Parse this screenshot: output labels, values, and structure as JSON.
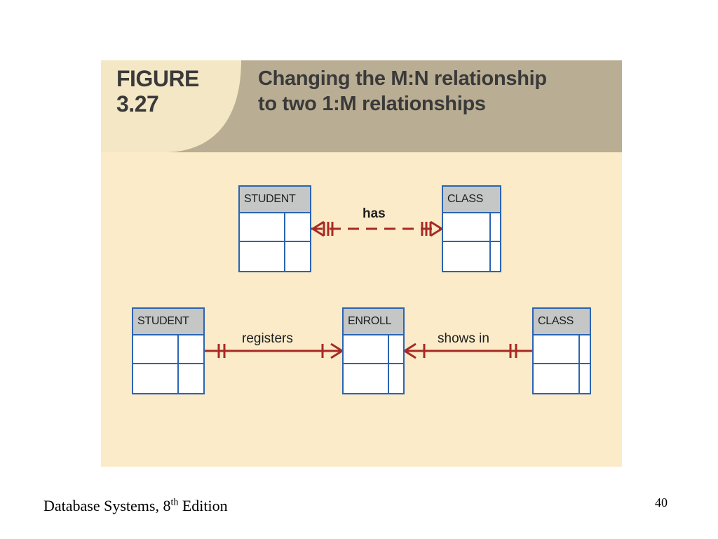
{
  "figure": {
    "label_line1": "FIGURE",
    "label_line2": "3.27",
    "title_line1": "Changing the M:N relationship",
    "title_line2": "to two 1:M relationships"
  },
  "diagram_top": {
    "left_entity": "STUDENT",
    "right_entity": "CLASS",
    "relationship": "has"
  },
  "diagram_bottom": {
    "left_entity": "STUDENT",
    "middle_entity": "ENROLL",
    "right_entity": "CLASS",
    "relationship_left": "registers",
    "relationship_right": "shows in"
  },
  "footer": {
    "book_prefix": "Database Systems, 8",
    "book_sup": "th",
    "book_suffix": " Edition",
    "page_number": "40"
  },
  "colors": {
    "panel": "#fbebc8",
    "header": "#b9ad93",
    "header_curve": "#f4e7c6",
    "entity_border": "#2b64b2",
    "entity_header": "#c5c6c6",
    "relationship_line": "#a82a24"
  }
}
